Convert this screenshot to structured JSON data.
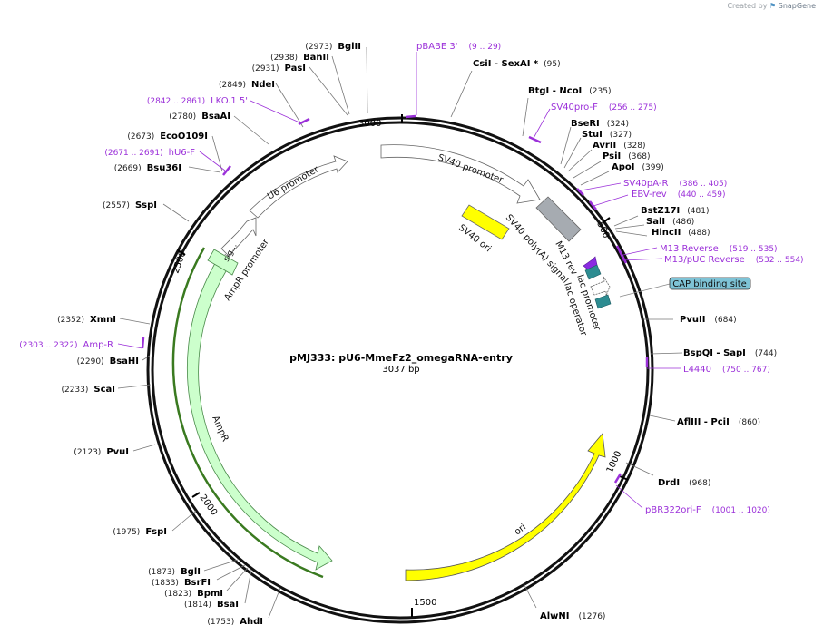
{
  "credit": {
    "prefix": "Created by",
    "brand": "SnapGene"
  },
  "plasmid": {
    "name": "pMJ333: pU6-MmeFz2_omegaRNA-entry",
    "size_label": "3037 bp",
    "length": 3037
  },
  "ticks": [
    "500",
    "1000",
    "1500",
    "2000",
    "2500",
    "3000"
  ],
  "enzymes": [
    {
      "id": "csi",
      "name": "CsiI  - SexAI *",
      "pos": "(95)"
    },
    {
      "id": "btg",
      "name": "BtgI  - NcoI",
      "pos": "(235)"
    },
    {
      "id": "bser",
      "name": "BseRI",
      "pos": "(324)"
    },
    {
      "id": "stu",
      "name": "StuI",
      "pos": "(327)"
    },
    {
      "id": "avr",
      "name": "AvrII",
      "pos": "(328)"
    },
    {
      "id": "psi",
      "name": "PsiI",
      "pos": "(368)"
    },
    {
      "id": "apo",
      "name": "ApoI",
      "pos": "(399)"
    },
    {
      "id": "bst",
      "name": "BstZ17I",
      "pos": "(481)"
    },
    {
      "id": "sal",
      "name": "SalI",
      "pos": "(486)"
    },
    {
      "id": "hinc",
      "name": "HincII",
      "pos": "(488)"
    },
    {
      "id": "pvuii",
      "name": "PvuII",
      "pos": "(684)"
    },
    {
      "id": "bspq",
      "name": "BspQI  - SapI",
      "pos": "(744)"
    },
    {
      "id": "afl",
      "name": "AflIII  - PciI",
      "pos": "(860)"
    },
    {
      "id": "drd",
      "name": "DrdI",
      "pos": "(968)"
    },
    {
      "id": "alwn",
      "name": "AlwNI",
      "pos": "(1276)"
    },
    {
      "id": "ahd",
      "name": "AhdI",
      "pos": "(1753)"
    },
    {
      "id": "bsai",
      "name": "BsaI",
      "pos": "(1814)"
    },
    {
      "id": "bpm",
      "name": "BpmI",
      "pos": "(1823)"
    },
    {
      "id": "bsrf",
      "name": "BsrFI",
      "pos": "(1833)"
    },
    {
      "id": "bgli",
      "name": "BglI",
      "pos": "(1873)"
    },
    {
      "id": "fsp",
      "name": "FspI",
      "pos": "(1975)"
    },
    {
      "id": "pvui",
      "name": "PvuI",
      "pos": "(2123)"
    },
    {
      "id": "sca",
      "name": "ScaI",
      "pos": "(2233)"
    },
    {
      "id": "bsah",
      "name": "BsaHI",
      "pos": "(2290)"
    },
    {
      "id": "xmn",
      "name": "XmnI",
      "pos": "(2352)"
    },
    {
      "id": "ssp",
      "name": "SspI",
      "pos": "(2557)"
    },
    {
      "id": "bsu",
      "name": "Bsu36I",
      "pos": "(2669)"
    },
    {
      "id": "eco",
      "name": "EcoO109I",
      "pos": "(2673)"
    },
    {
      "id": "bsaai",
      "name": "BsaAI",
      "pos": "(2780)"
    },
    {
      "id": "nde",
      "name": "NdeI",
      "pos": "(2849)"
    },
    {
      "id": "pas",
      "name": "PasI",
      "pos": "(2931)"
    },
    {
      "id": "ban",
      "name": "BanII",
      "pos": "(2938)"
    },
    {
      "id": "bglii",
      "name": "BglII",
      "pos": "(2973)"
    }
  ],
  "primers": [
    {
      "id": "pbabe",
      "name": "pBABE 3'",
      "pos": "(9 .. 29)"
    },
    {
      "id": "sv40prof",
      "name": "SV40pro-F",
      "pos": "(256 .. 275)"
    },
    {
      "id": "sv40par",
      "name": "SV40pA-R",
      "pos": "(386 .. 405)"
    },
    {
      "id": "ebv",
      "name": "EBV-rev",
      "pos": "(440 .. 459)"
    },
    {
      "id": "m13rev",
      "name": "M13 Reverse",
      "pos": "(519 .. 535)"
    },
    {
      "id": "m13puc",
      "name": "M13/pUC Reverse",
      "pos": "(532 .. 554)"
    },
    {
      "id": "l4440",
      "name": "L4440",
      "pos": "(750 .. 767)"
    },
    {
      "id": "pbr322",
      "name": "pBR322ori-F",
      "pos": "(1001 .. 1020)"
    },
    {
      "id": "ampr_p",
      "name": "Amp-R",
      "pos": "(2303 .. 2322)"
    },
    {
      "id": "hu6",
      "name": "hU6-F",
      "pos": "(2671 .. 2691)"
    },
    {
      "id": "lko",
      "name": "LKO.1 5'",
      "pos": "(2842 .. 2861)"
    }
  ],
  "features": [
    {
      "id": "sv40prom",
      "label": "SV40 promoter",
      "color": "#ffffff"
    },
    {
      "id": "sv40polya",
      "label": "SV40 poly(A) signal",
      "color": "#a6abb1"
    },
    {
      "id": "sv40ori",
      "label": "SV40 ori",
      "color": "#ffff00"
    },
    {
      "id": "m13rev_f",
      "label": "M13 rev",
      "color": "#8b2be2"
    },
    {
      "id": "lacop",
      "label": "lac operator",
      "color": "#2d8c91"
    },
    {
      "id": "lacprom",
      "label": "lac promoter",
      "color": "#ffffff"
    },
    {
      "id": "cap",
      "label": "CAP binding site",
      "color": "#7ec3d6"
    },
    {
      "id": "ori",
      "label": "ori",
      "color": "#ffff00"
    },
    {
      "id": "ampr",
      "label": "AmpR",
      "color": "#ccffcc"
    },
    {
      "id": "sig",
      "label": "sig...",
      "color": "#ccffcc"
    },
    {
      "id": "amprprom",
      "label": "AmpR promoter",
      "color": "#ffffff"
    },
    {
      "id": "u6prom",
      "label": "U6 promoter",
      "color": "#ffffff"
    }
  ]
}
